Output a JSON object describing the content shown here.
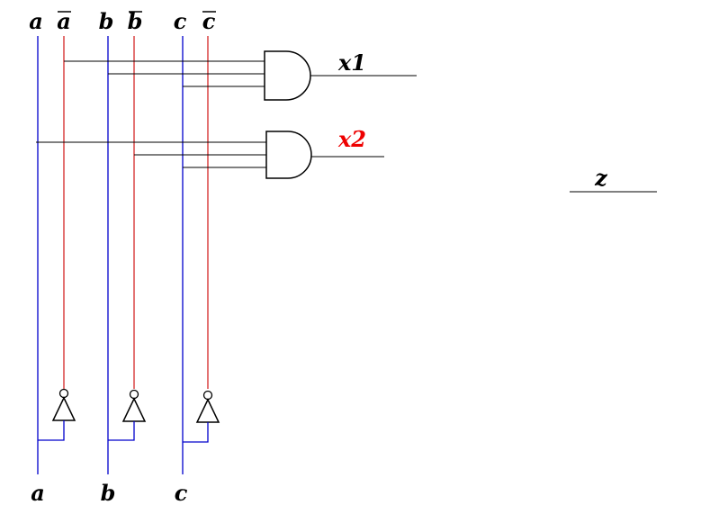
{
  "colors": {
    "variable_line": "#0000cc",
    "inverted_line": "#cc0000",
    "gate_line": "#000000",
    "highlight_label": "#ee0000"
  },
  "labels": {
    "top_a": "a",
    "top_a_bar": "a",
    "top_b": "b",
    "top_b_bar": "b",
    "top_c": "c",
    "top_c_bar": "c",
    "bottom_a": "a",
    "bottom_b": "b",
    "bottom_c": "c",
    "gate1_output": "x1",
    "gate2_output": "x2",
    "final_output": "z"
  }
}
